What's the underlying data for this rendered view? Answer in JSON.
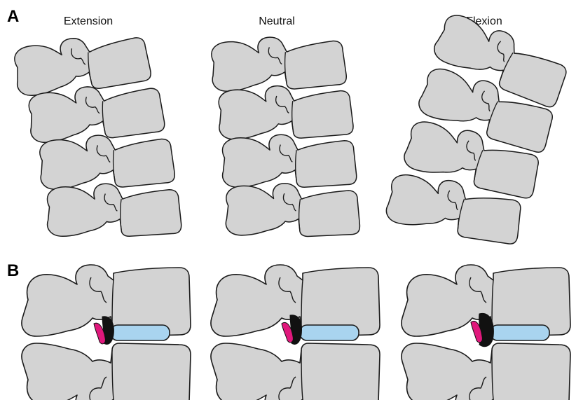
{
  "panels": {
    "a_letter": "A",
    "b_letter": "B"
  },
  "columns": [
    {
      "label": "Extension"
    },
    {
      "label": "Neutral"
    },
    {
      "label": "Flexion"
    }
  ],
  "colors": {
    "bone": "#d3d3d3",
    "disc": "#a9d4ef",
    "ligamentum": "#111111",
    "facet_inflammation": "#e0187c"
  }
}
